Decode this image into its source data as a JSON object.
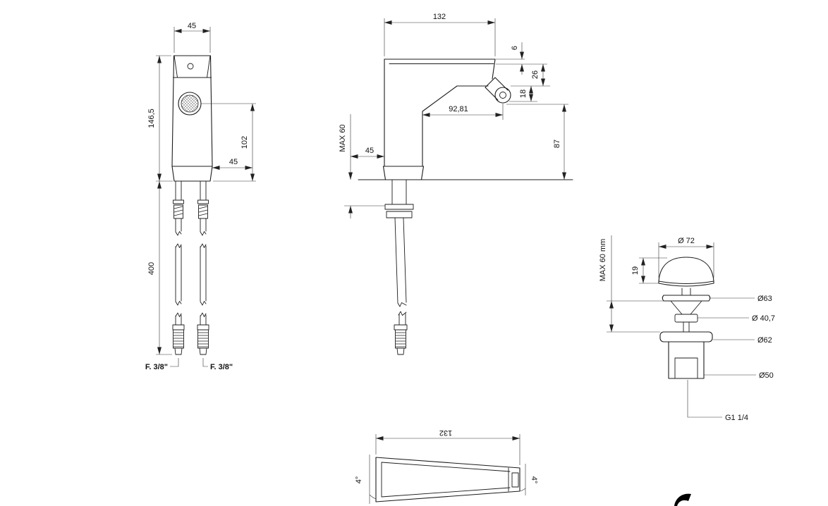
{
  "page": {
    "background": "#ffffff",
    "line_color": "#1c1c1c"
  },
  "front_view": {
    "dim_top_width": "45",
    "dim_body_height": "146,5",
    "dim_outlet_height": "102",
    "dim_outlet_offset": "45",
    "dim_hose_length": "400",
    "left_connection_label": "F. 3/8\"",
    "right_connection_label": "F. 3/8\""
  },
  "side_view": {
    "dim_spout_length": "132",
    "dim_top_thickness": "6",
    "dim_spout_depth": "26",
    "dim_handle_depth": "18",
    "dim_handle_reach": "92,81",
    "dim_spout_height": "87",
    "dim_max_deck": "MAX 60",
    "dim_front_offset": "45"
  },
  "drain_view": {
    "dim_max_deck": "MAX 60 mm",
    "dim_cap_height": "19",
    "dim_cap_diameter": "Ø 72",
    "dim_seal_diameter": "Ø63",
    "dim_stem_diameter": "Ø 40,7",
    "dim_flange_diameter": "Ø62",
    "dim_body_diameter": "Ø50",
    "thread_label": "G1 1/4"
  },
  "top_view": {
    "dim_length": "132",
    "angle_left": "4°",
    "angle_right": "4°"
  }
}
